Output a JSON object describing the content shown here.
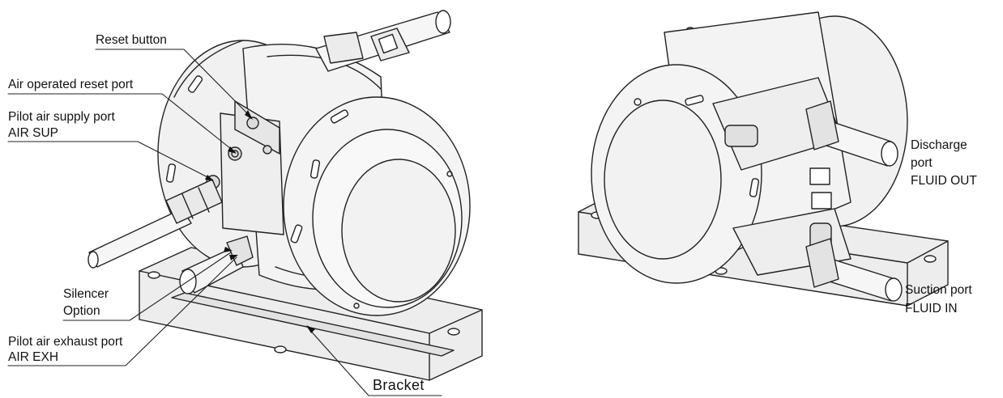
{
  "left_view": {
    "labels": {
      "reset_button": "Reset button",
      "air_operated_reset_port": "Air operated reset port",
      "pilot_air_supply_port": "Pilot air supply port",
      "air_sup": "AIR SUP",
      "silencer": "Silencer",
      "option": "Option",
      "pilot_air_exhaust_port": "Pilot air exhaust port",
      "air_exh": "AIR EXH",
      "bracket": "Bracket"
    }
  },
  "right_view": {
    "labels": {
      "discharge": "Discharge",
      "port": "port",
      "fluid_out": "FLUID OUT",
      "suction_port": "Suction port",
      "fluid_in": "FLUID IN"
    }
  }
}
